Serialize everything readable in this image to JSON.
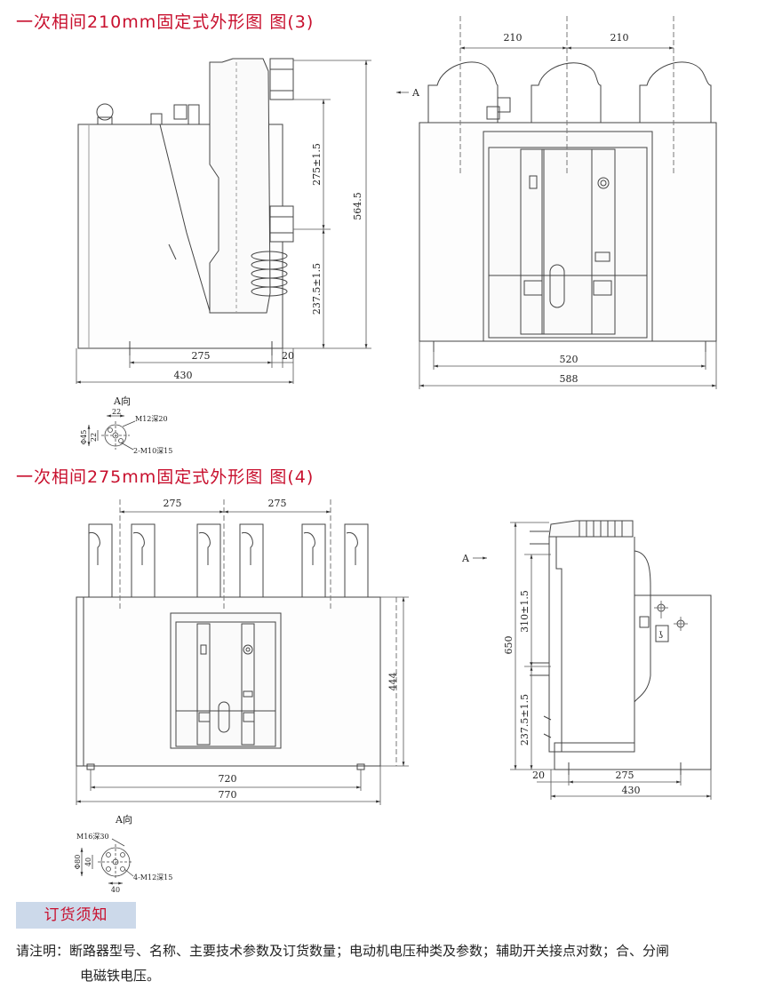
{
  "section3": {
    "title": "一次相间210mm固定式外形图 图(3)",
    "dims": {
      "top_spacing_1": "210",
      "top_spacing_2": "210",
      "height_upper": "275±1.5",
      "height_lower": "237.5±1.5",
      "height_total": "564.5",
      "base_275": "275",
      "base_20": "20",
      "depth_430": "430",
      "width_520": "520",
      "width_588": "588"
    },
    "arrow_label": "A",
    "detail": {
      "title": "A向",
      "dim_22_top": "22",
      "dim_22_side": "22",
      "dia": "Φ45",
      "note1": "M12深20",
      "note2": "2-M10深15"
    }
  },
  "section4": {
    "title": "一次相间275mm固定式外形图 图(4)",
    "dims": {
      "top_spacing_1": "275",
      "top_spacing_2": "275",
      "height_444": "444",
      "width_720": "720",
      "width_770": "770",
      "height_650": "650",
      "height_upper": "310±1.5",
      "height_lower": "237.5±1.5",
      "base_20": "20",
      "base_275": "275",
      "depth_430": "430"
    },
    "arrow_label": "A",
    "detail": {
      "title": "A向",
      "dia": "Φ80",
      "dim_40_side": "40",
      "dim_40_bottom": "40",
      "note1": "M16深30",
      "note2": "4-M12深15"
    }
  },
  "notice": {
    "heading": "订货须知",
    "line1": "请注明：断路器型号、名称、主要技术参数及订货数量；电动机电压种类及参数；辅助开关接点对数；合、分闸",
    "line2": "电磁铁电压。"
  },
  "colors": {
    "title": "#c8102e",
    "tab_bg": "#ccd9ea",
    "line": "#333333"
  }
}
